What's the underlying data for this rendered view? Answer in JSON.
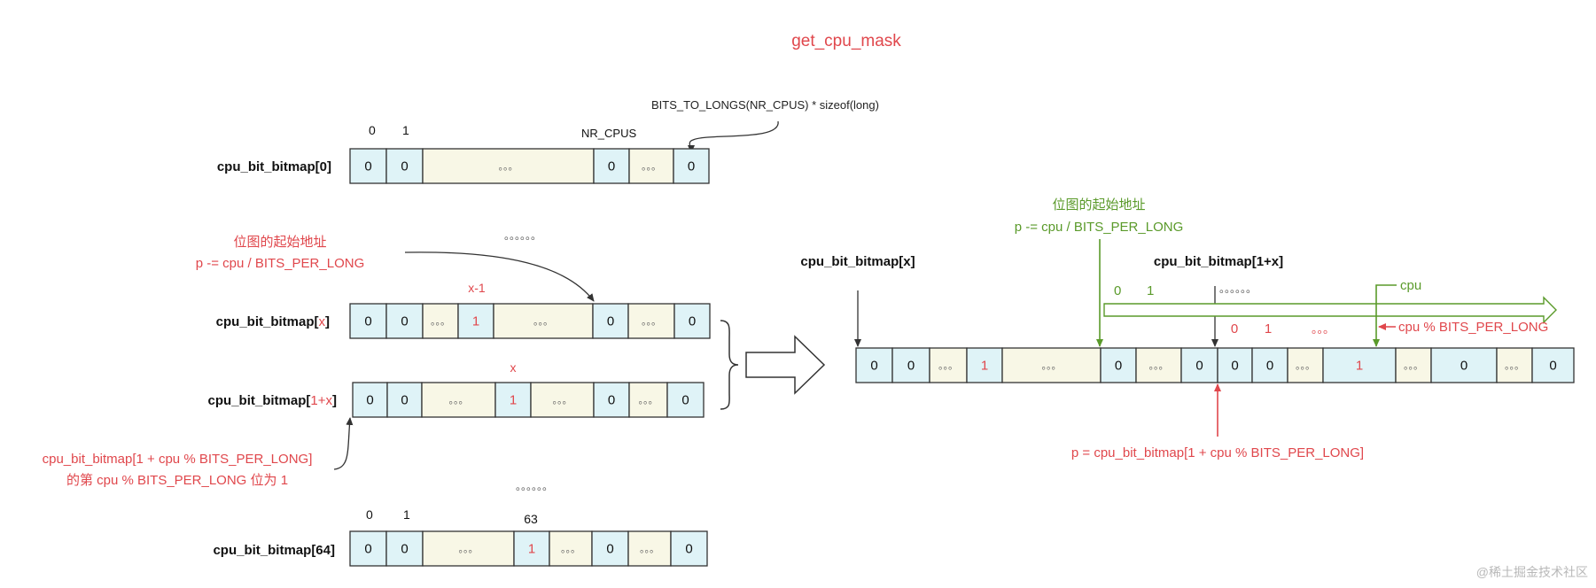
{
  "title": "get_cpu_mask",
  "colors": {
    "red": "#e0474c",
    "green": "#5a9a2a",
    "cell_blue": "#dff3f7",
    "cell_cream": "#f8f7e6",
    "border": "#333333",
    "text": "#111111"
  },
  "top_note": "BITS_TO_LONGS(NR_CPUS) * sizeof(long)",
  "nr_cpus_label": "NR_CPUS",
  "row0": {
    "label": "cpu_bit_bitmap[0]",
    "index_labels": [
      "0",
      "1"
    ],
    "cells": [
      "0",
      "0",
      "。。。",
      "0",
      "。。。",
      "0"
    ]
  },
  "row_x": {
    "label_prefix": "cpu_bit_bitmap[",
    "label_var": "x",
    "label_suffix": "]",
    "marker": "x-1",
    "cells": [
      "0",
      "0",
      "。。。",
      "1",
      "。。。",
      "0",
      "。。。",
      "0"
    ]
  },
  "row_1x": {
    "label_prefix": "cpu_bit_bitmap[",
    "label_var": "1+x",
    "label_suffix": "]",
    "marker": "x",
    "cells": [
      "0",
      "0",
      "。。。",
      "1",
      "。。。",
      "0",
      "。。。",
      "0"
    ]
  },
  "row64": {
    "label": "cpu_bit_bitmap[64]",
    "index_labels": [
      "0",
      "1",
      "63"
    ],
    "cells": [
      "0",
      "0",
      "。。。",
      "1",
      "。。。",
      "0",
      "。。。",
      "0"
    ]
  },
  "dots_mid": "。。。。。。",
  "dots_low": "。。。。。。",
  "left_note_red": {
    "line1": "位图的起始地址",
    "line2": "p -= cpu / BITS_PER_LONG"
  },
  "left_bottom_note": {
    "line1": "cpu_bit_bitmap[1 + cpu % BITS_PER_LONG]",
    "line2": "的第 cpu % BITS_PER_LONG 位为 1"
  },
  "right": {
    "green_note": {
      "line1": "位图的起始地址",
      "line2": "p -= cpu / BITS_PER_LONG"
    },
    "label_x": "cpu_bit_bitmap[x]",
    "label_1x": "cpu_bit_bitmap[1+x]",
    "green_idx": [
      "0",
      "1"
    ],
    "dots_top": "。。。。。。",
    "cpu_label": "cpu",
    "red_idx": [
      "0",
      "1",
      "。。。"
    ],
    "red_mod": "cpu % BITS_PER_LONG",
    "cells": [
      "0",
      "0",
      "。。。",
      "1",
      "。。。",
      "0",
      "。。。",
      "0",
      "0",
      "0",
      "。。。",
      "1",
      "。。。",
      "0",
      "。。。",
      "0"
    ],
    "bottom_note": "p = cpu_bit_bitmap[1 + cpu % BITS_PER_LONG]"
  },
  "watermark": "@稀土掘金技术社区"
}
